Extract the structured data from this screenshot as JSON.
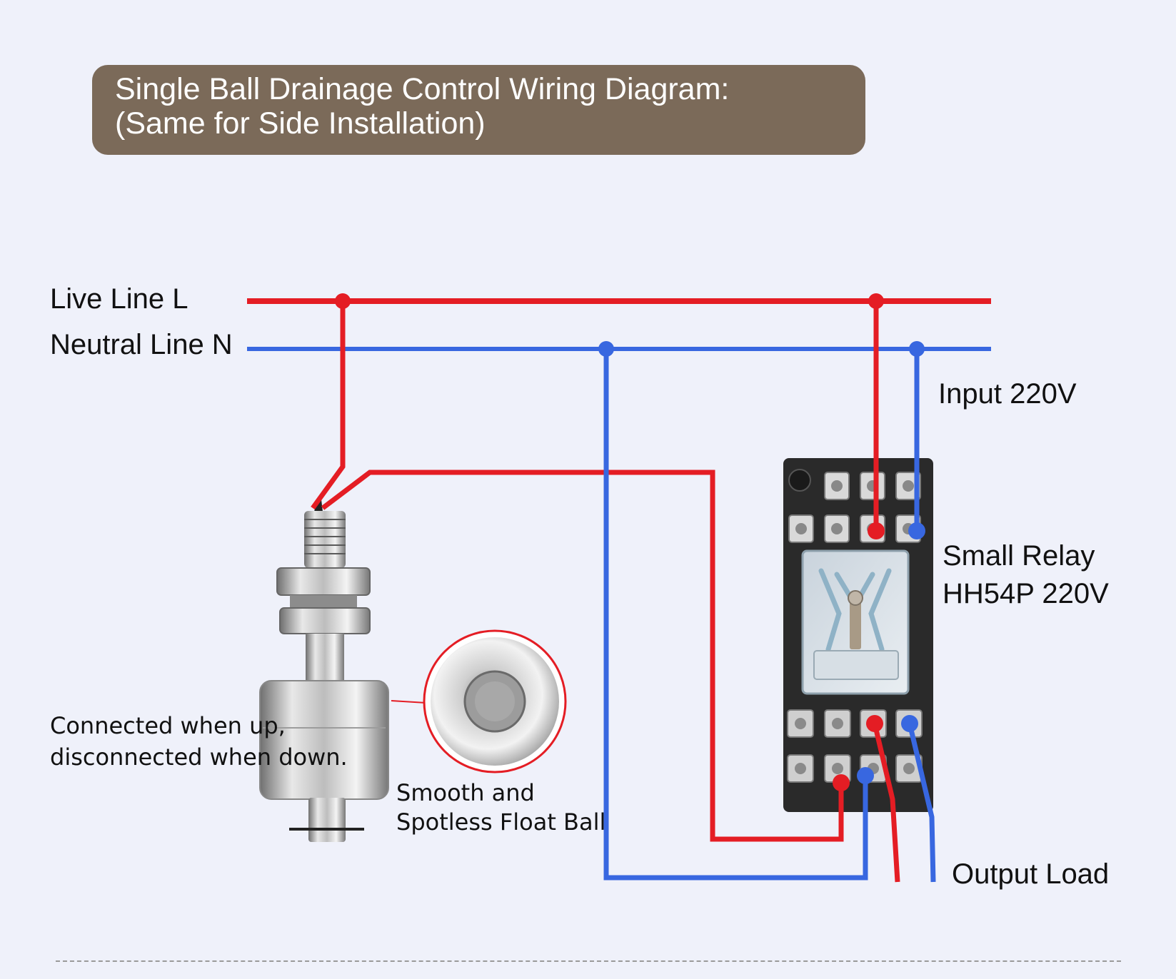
{
  "title": {
    "line1": "Single Ball Drainage Control Wiring Diagram:",
    "line2": "(Same for Side Installation)"
  },
  "labels": {
    "live_line": "Live Line L",
    "neutral_line": "Neutral Line N",
    "input": "Input 220V",
    "relay_line1": "Small Relay",
    "relay_line2": "HH54P 220V",
    "output": "Output Load",
    "switch_note_line1": "Connected when up,",
    "switch_note_line2": "disconnected when down.",
    "float_ball_line1": "Smooth and",
    "float_ball_line2": "Spotless Float Ball"
  },
  "colors": {
    "live_wire": "#e41d24",
    "neutral_wire": "#3867e0",
    "title_bg": "#7b6a59",
    "background": "#eff1fa"
  },
  "icons": {
    "float_switch": "float-switch-icon",
    "float_ball": "float-ball-icon",
    "relay": "relay-icon"
  }
}
